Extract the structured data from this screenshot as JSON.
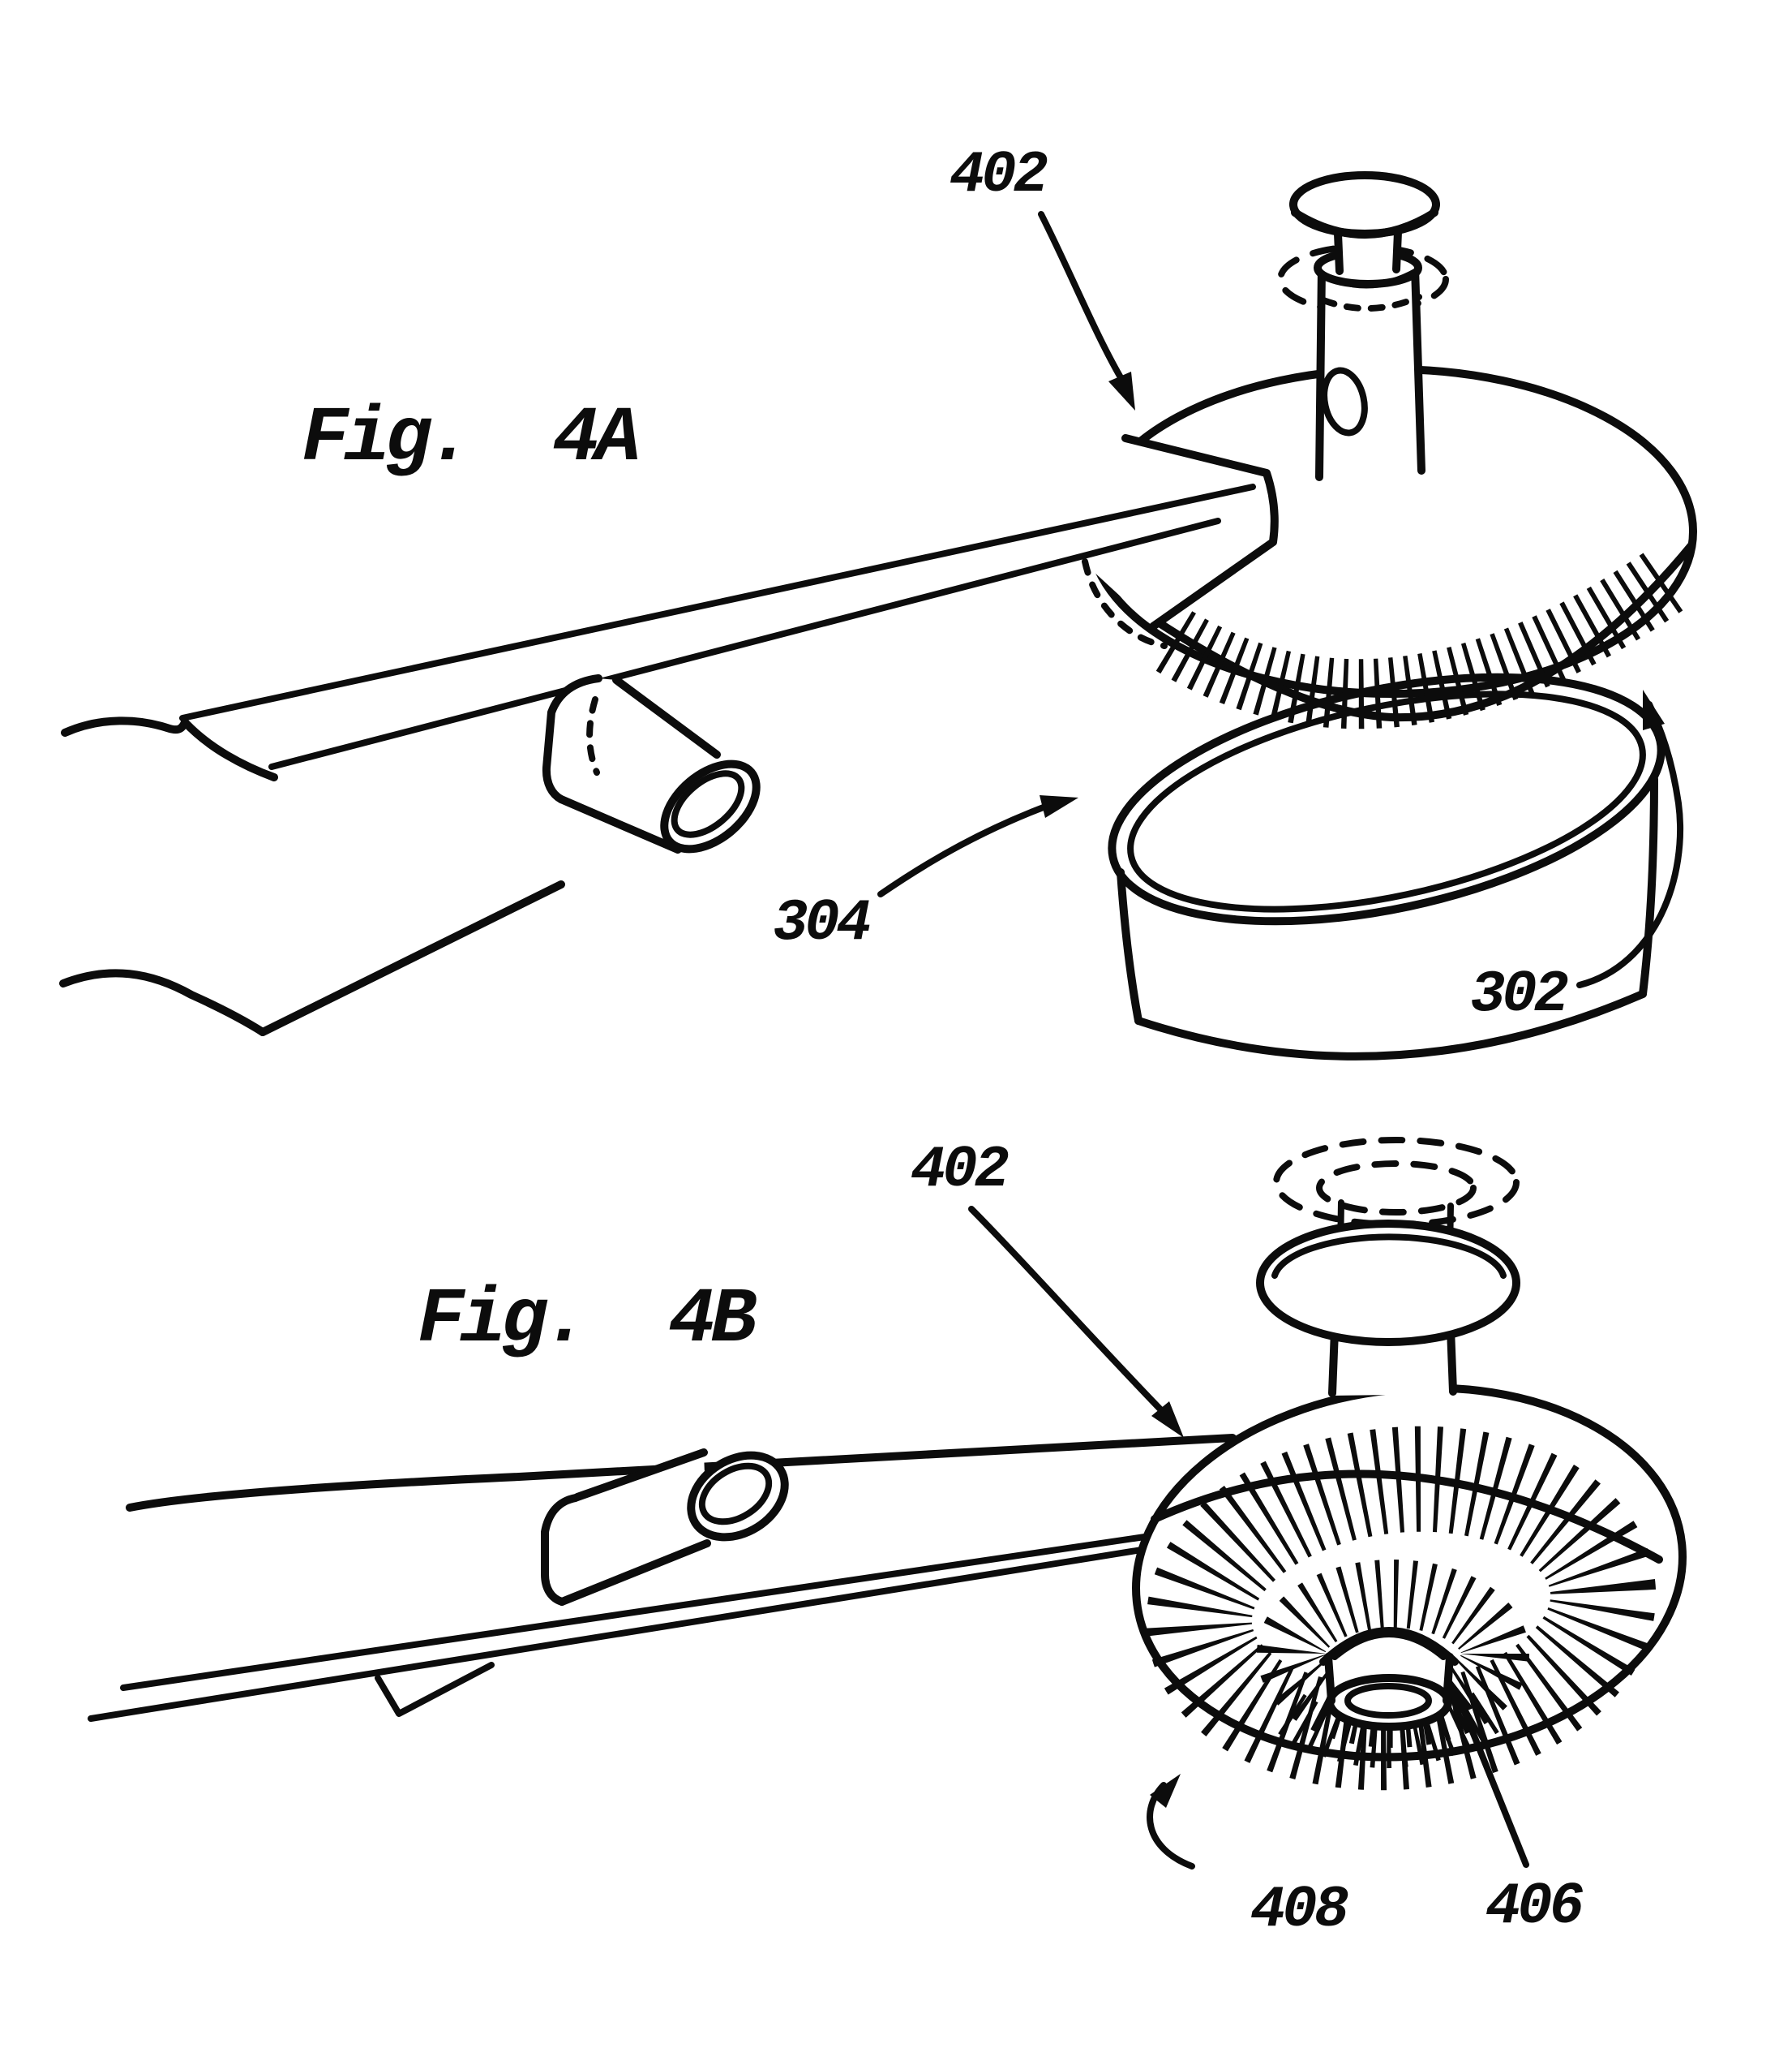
{
  "figure": {
    "background_color": "#ffffff",
    "ink_color": "#0c0c0c",
    "fig4a": {
      "title": "Fig.  4A",
      "callouts": [
        {
          "ref": "402"
        },
        {
          "ref": "304"
        },
        {
          "ref": "302"
        }
      ]
    },
    "fig4b": {
      "title": "Fig.  4B",
      "callouts": [
        {
          "ref": "402"
        },
        {
          "ref": "408"
        },
        {
          "ref": "406"
        }
      ]
    }
  }
}
